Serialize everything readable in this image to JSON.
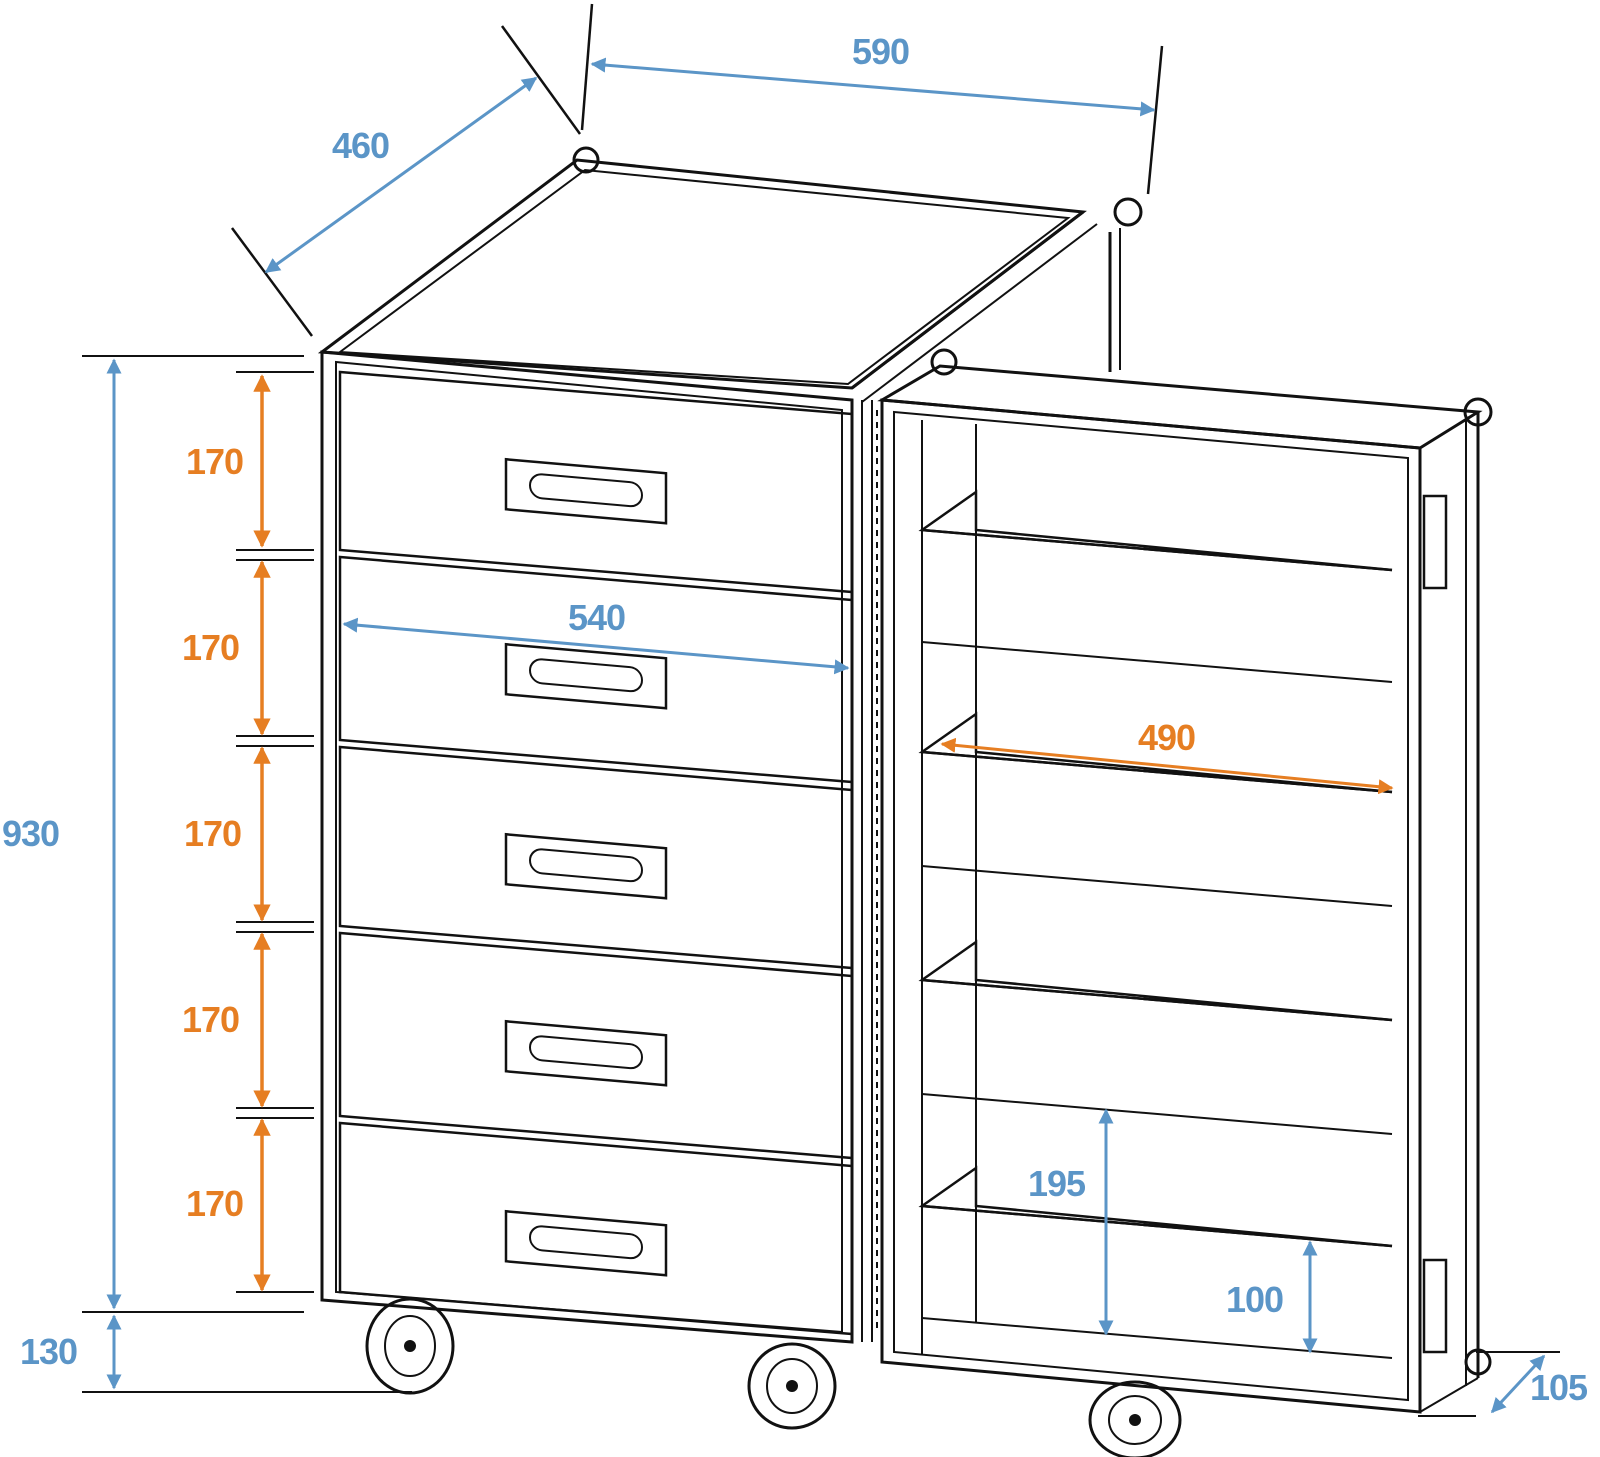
{
  "colors": {
    "outer_dimension": "#5b95c7",
    "inner_dimension": "#e67e22",
    "outline": "#111111"
  },
  "dimensions": {
    "depth": "460",
    "width": "590",
    "height": "930",
    "wheel_height": "130",
    "drawer_1": "170",
    "drawer_2": "170",
    "drawer_3": "170",
    "drawer_4": "170",
    "drawer_5": "170",
    "drawer_width": "540",
    "shelf_width": "490",
    "shelf_spacing": "195",
    "shelf_lip": "100",
    "lid_depth": "105"
  }
}
